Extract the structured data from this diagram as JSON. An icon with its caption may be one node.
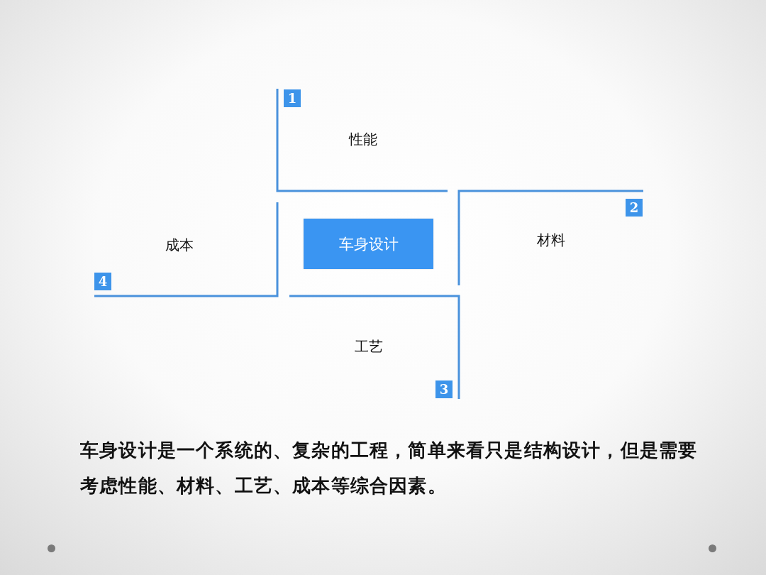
{
  "diagram": {
    "caption": "车身设计是一个系统的、复杂的工程，简单来看只是结构设计，但是需要考虑性能、材料、工艺、成本等综合因素。",
    "nodes": [
      {
        "text": [
          "1"
        ]
      },
      {
        "text": [
          "2"
        ]
      },
      {
        "text": [
          "车身设计"
        ]
      },
      {
        "text": [
          "4"
        ]
      },
      {
        "text": [
          "3"
        ]
      }
    ],
    "labels": [
      "性能",
      "材料",
      "成本",
      "工艺"
    ]
  }
}
